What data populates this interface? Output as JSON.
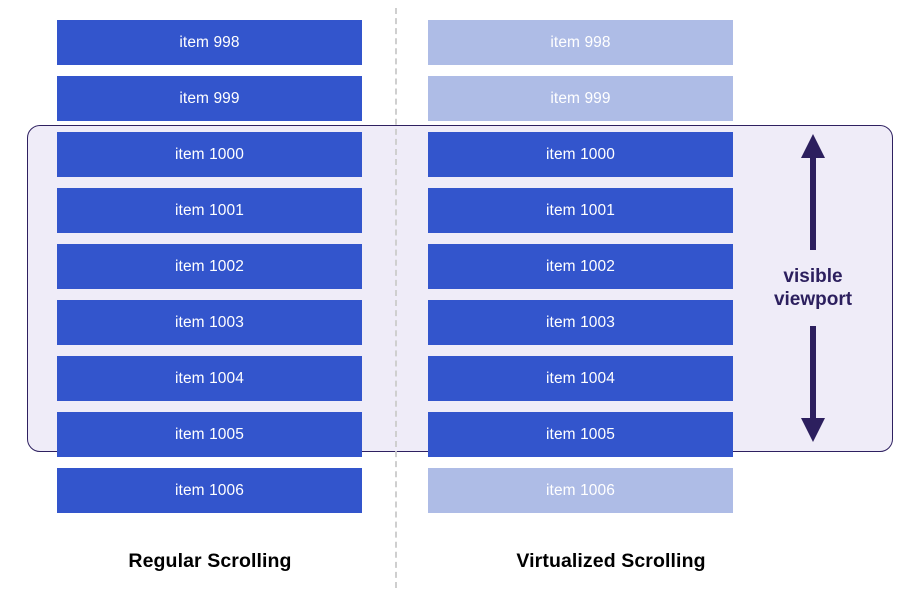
{
  "diagram": {
    "title_left": "Regular Scrolling",
    "title_right": "Virtualized Scrolling",
    "viewport_label": "visible\nviewport",
    "colors": {
      "bar_solid": "#3355cc",
      "bar_faded": "#aebce6",
      "bar_text": "#ffffff",
      "viewport_fill": "#efecf8",
      "viewport_border": "#2e2060",
      "arrow": "#2c1f5e",
      "divider": "#cfcfcf",
      "caption_text": "#000000",
      "background": "#ffffff"
    },
    "columns": {
      "left": {
        "name": "Regular Scrolling",
        "items": [
          {
            "label": "item 998",
            "state": "rendered",
            "in_viewport": false
          },
          {
            "label": "item 999",
            "state": "rendered",
            "in_viewport": false
          },
          {
            "label": "item 1000",
            "state": "rendered",
            "in_viewport": true
          },
          {
            "label": "item 1001",
            "state": "rendered",
            "in_viewport": true
          },
          {
            "label": "item 1002",
            "state": "rendered",
            "in_viewport": true
          },
          {
            "label": "item 1003",
            "state": "rendered",
            "in_viewport": true
          },
          {
            "label": "item 1004",
            "state": "rendered",
            "in_viewport": true
          },
          {
            "label": "item 1005",
            "state": "rendered",
            "in_viewport": true
          },
          {
            "label": "item 1006",
            "state": "rendered",
            "in_viewport": false
          }
        ]
      },
      "right": {
        "name": "Virtualized Scrolling",
        "items": [
          {
            "label": "item 998",
            "state": "not-rendered",
            "in_viewport": false
          },
          {
            "label": "item 999",
            "state": "not-rendered",
            "in_viewport": false
          },
          {
            "label": "item 1000",
            "state": "rendered",
            "in_viewport": true
          },
          {
            "label": "item 1001",
            "state": "rendered",
            "in_viewport": true
          },
          {
            "label": "item 1002",
            "state": "rendered",
            "in_viewport": true
          },
          {
            "label": "item 1003",
            "state": "rendered",
            "in_viewport": true
          },
          {
            "label": "item 1004",
            "state": "rendered",
            "in_viewport": true
          },
          {
            "label": "item 1005",
            "state": "rendered",
            "in_viewport": true
          },
          {
            "label": "item 1006",
            "state": "not-rendered",
            "in_viewport": false
          }
        ]
      }
    }
  }
}
